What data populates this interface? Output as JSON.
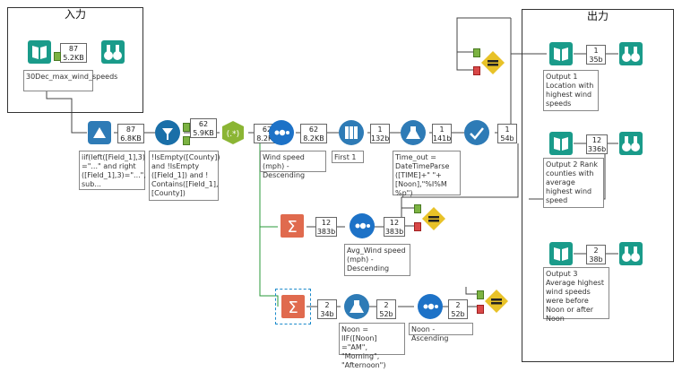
{
  "containers": {
    "input_title": "入力",
    "output_title": "出力"
  },
  "badges": {
    "b_input": [
      "87",
      "5.2KB"
    ],
    "b_formula1": [
      "87",
      "6.8KB"
    ],
    "b_filter": [
      "62",
      "5.9KB"
    ],
    "b_regex": [
      "62",
      "8.2KB"
    ],
    "b_sort1": [
      "62",
      "8.2KB"
    ],
    "b_sample": [
      "1",
      "132b"
    ],
    "b_formula2": [
      "1",
      "141b"
    ],
    "b_select": [
      "1",
      "54b"
    ],
    "b_out1": [
      "1",
      "35b"
    ],
    "b_out2": [
      "12",
      "336b"
    ],
    "b_out3": [
      "2",
      "38b"
    ],
    "b_summ1": [
      "12",
      "383b"
    ],
    "b_sort2": [
      "12",
      "383b"
    ],
    "b_summ2": [
      "2",
      "34b"
    ],
    "b_formula3": [
      "2",
      "52b"
    ],
    "b_sort3": [
      "2",
      "52b"
    ]
  },
  "notes": {
    "input_file": "30Dec_max_wind_speeds",
    "formula1": "iif(left([Field_1],3) =\"...\" and right ([Field_1],3)=\"...\", sub...",
    "filter": "!IsEmpty([County]) and !IsEmpty ([Field_1]) and ! Contains([Field_1], [County])",
    "sort1": "Wind speed (mph) - Descending",
    "sample": "First 1",
    "formula2": "Time_out = DateTimeParse ([TIME]+\" \"+ [Noon],\"%I%M %p\")",
    "sort2": "Avg_Wind speed (mph) - Descending",
    "formula3": "Noon = IIF([Noon] =\"AM\", \"Morning\", \"Afternoon\")",
    "sort3": "Noon - Ascending",
    "out1": "Output 1 Location with highest wind speeds",
    "out2": "Output 2 Rank counties with average highest wind speed",
    "out3": "Output 3 Average highest wind speeds were before Noon or after Noon"
  },
  "colors": {
    "input_tool": "#1a9b8a",
    "preparation_tool": "#2e7bb6",
    "filter_tool": "#1a6fa8",
    "parse_tool": "#8bb534",
    "sort_tool": "#1d72c7",
    "summarize_tool": "#e06a4e",
    "join_tool": "#e8c228",
    "output_tool": "#1a9b8a",
    "connection": "#444444",
    "selected_connection": "#2a9a38"
  }
}
